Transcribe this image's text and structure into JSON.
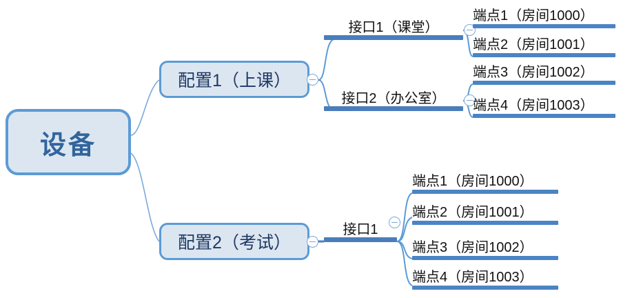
{
  "diagram": {
    "type": "mind-map",
    "root": {
      "label": "设备"
    },
    "colors": {
      "node_fill": "#dce6f1",
      "node_border": "#5b9bd5",
      "root_text": "#31659c",
      "config_text": "#1f3864",
      "bar": "#4a84c4",
      "connector": "#5b9bd5",
      "leaf_text": "#111111",
      "background": "#ffffff"
    },
    "branches": [
      {
        "config": {
          "label": "配置1（上课）",
          "toggle": "collapse-minus-icon"
        },
        "interfaces": [
          {
            "label": "接口1（课堂）",
            "toggle": "collapse-minus-icon",
            "endpoints": [
              {
                "label": "端点1（房间1000）"
              },
              {
                "label": "端点2（房间1001）"
              }
            ]
          },
          {
            "label": "接口2（办公室）",
            "toggle": "collapse-minus-icon",
            "endpoints": [
              {
                "label": "端点3（房间1002）"
              },
              {
                "label": "端点4（房间1003）"
              }
            ]
          }
        ]
      },
      {
        "config": {
          "label": "配置2（考试）",
          "toggle": "collapse-minus-icon"
        },
        "interfaces": [
          {
            "label": "接口1",
            "toggle": "collapse-minus-icon",
            "endpoints": [
              {
                "label": "端点1（房间1000）"
              },
              {
                "label": "端点2（房间1001）"
              },
              {
                "label": "端点3（房间1002）"
              },
              {
                "label": "端点4（房间1003）"
              }
            ]
          }
        ]
      }
    ]
  }
}
